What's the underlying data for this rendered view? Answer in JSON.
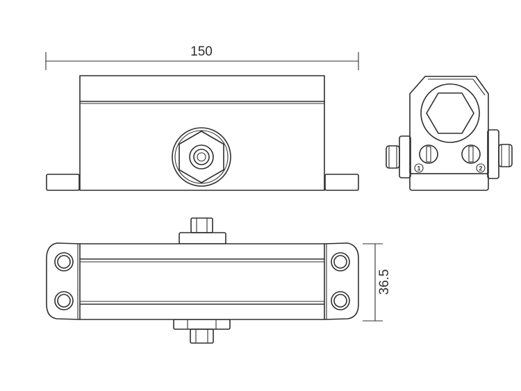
{
  "dimensions": {
    "width_label": "150",
    "depth_label": "36.5"
  },
  "side_view": {
    "markers": [
      "1",
      "2"
    ]
  },
  "colors": {
    "stroke": "#2e2e2e",
    "background": "#ffffff"
  }
}
